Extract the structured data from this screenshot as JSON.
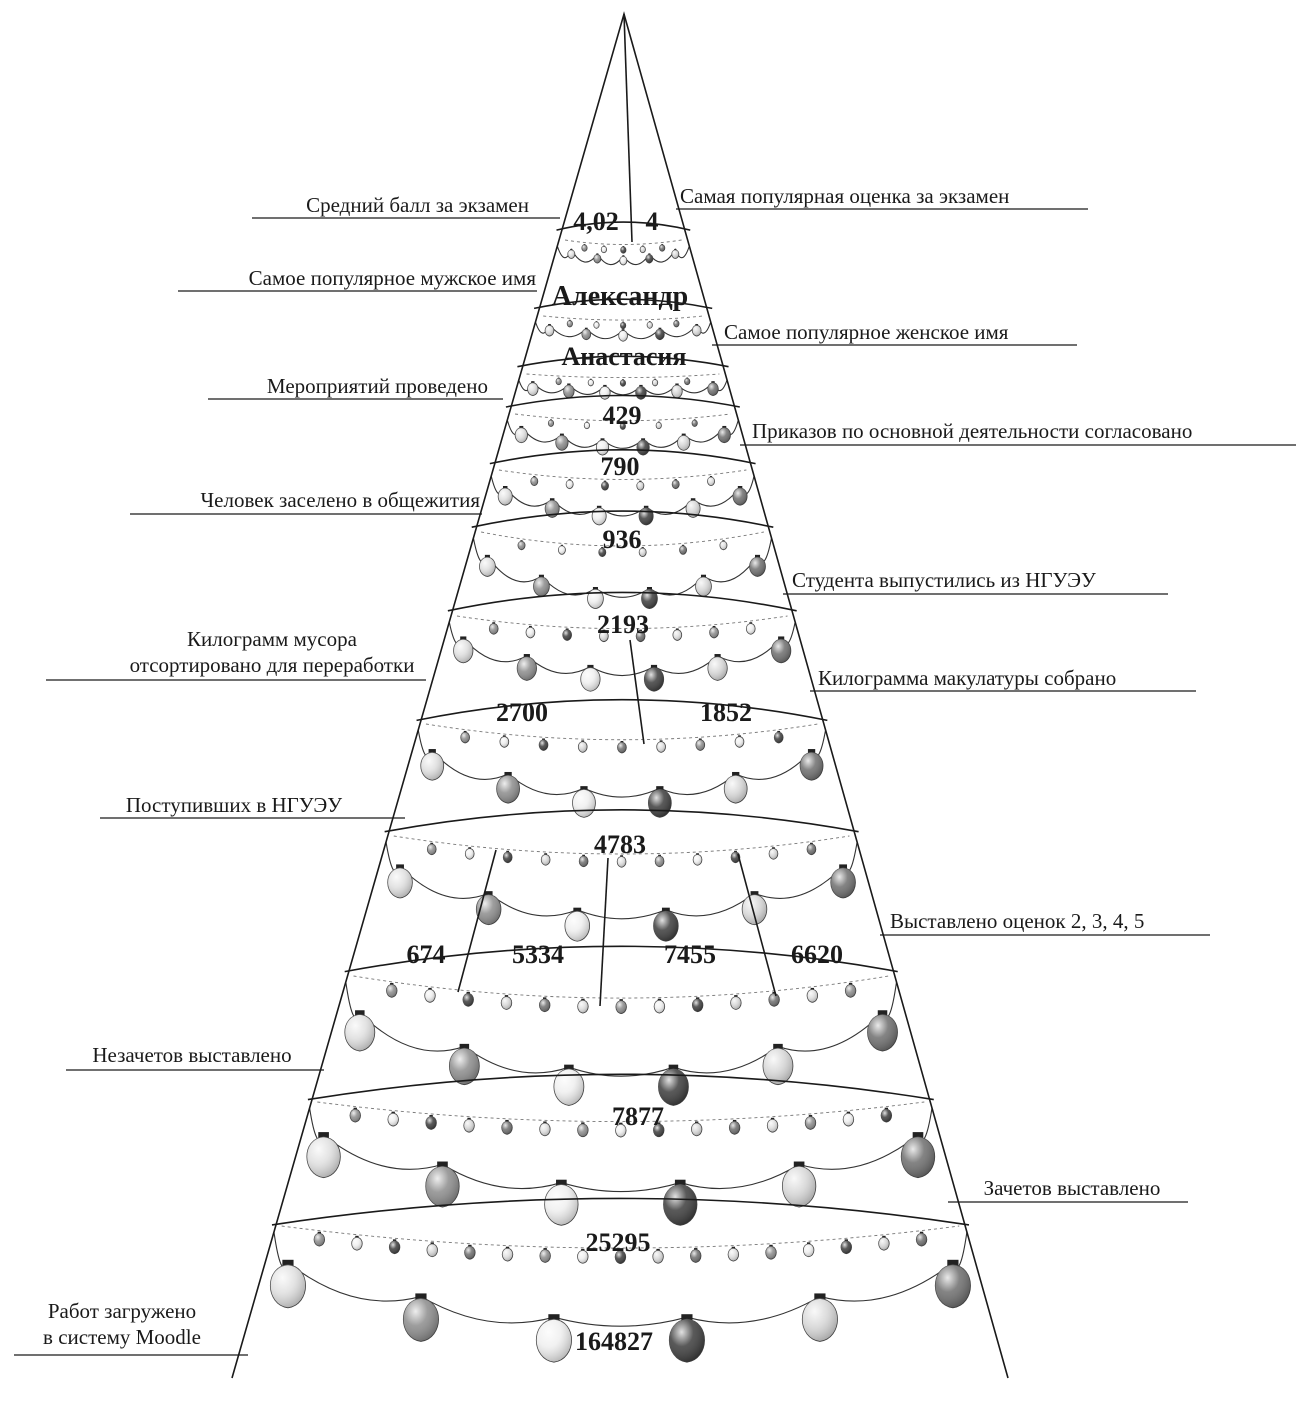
{
  "levels": [
    {
      "kind": "split",
      "values": [
        "4,02",
        "4"
      ],
      "labels": [
        {
          "text": "Средний балл за экзамен",
          "side": "left"
        },
        {
          "text": "Самая популярная оценка за экзамен",
          "side": "right"
        }
      ]
    },
    {
      "kind": "single",
      "values": [
        "Александр"
      ],
      "labels": [
        {
          "text": "Самое популярное мужское имя",
          "side": "left"
        }
      ]
    },
    {
      "kind": "single",
      "values": [
        "Анастасия"
      ],
      "labels": [
        {
          "text": "Самое популярное женское имя",
          "side": "right"
        }
      ]
    },
    {
      "kind": "single",
      "values": [
        "429"
      ],
      "labels": [
        {
          "text": "Мероприятий проведено",
          "side": "left"
        }
      ]
    },
    {
      "kind": "single",
      "values": [
        "790"
      ],
      "labels": [
        {
          "text": "Приказов по основной деятельности согласовано",
          "side": "right"
        }
      ]
    },
    {
      "kind": "single",
      "values": [
        "936"
      ],
      "labels": [
        {
          "text": "Человек заселено в общежития",
          "side": "left"
        }
      ]
    },
    {
      "kind": "single",
      "values": [
        "2193"
      ],
      "labels": [
        {
          "text": "Студента выпустились из НГУЭУ",
          "side": "right"
        }
      ]
    },
    {
      "kind": "split",
      "values": [
        "2700",
        "1852"
      ],
      "labels": [
        {
          "text": "Килограмм мусора\nотсортировано для переработки",
          "side": "left"
        },
        {
          "text": "Килограмма макулатуры собрано",
          "side": "right"
        }
      ]
    },
    {
      "kind": "single",
      "values": [
        "4783"
      ],
      "labels": [
        {
          "text": "Поступивших в НГУЭУ",
          "side": "left"
        }
      ]
    },
    {
      "kind": "split",
      "values": [
        "674",
        "5334",
        "7455",
        "6620"
      ],
      "labels": [
        {
          "text": "Выставлено оценок 2, 3, 4, 5",
          "side": "right"
        }
      ]
    },
    {
      "kind": "single",
      "values": [
        "7877"
      ],
      "labels": [
        {
          "text": "Незачетов выставлено",
          "side": "left"
        }
      ]
    },
    {
      "kind": "single",
      "values": [
        "25295"
      ],
      "labels": [
        {
          "text": "Зачетов выставлено",
          "side": "right"
        }
      ]
    },
    {
      "kind": "single",
      "values": [
        "164827"
      ],
      "labels": [
        {
          "text": "Работ загружено\nв систему Moodle",
          "side": "left"
        }
      ]
    }
  ],
  "bulb_colors": [
    "#e0e0e0",
    "#8c8c8c",
    "#efefef",
    "#3c3c3c",
    "#d8d8d8",
    "#6e6e6e"
  ]
}
